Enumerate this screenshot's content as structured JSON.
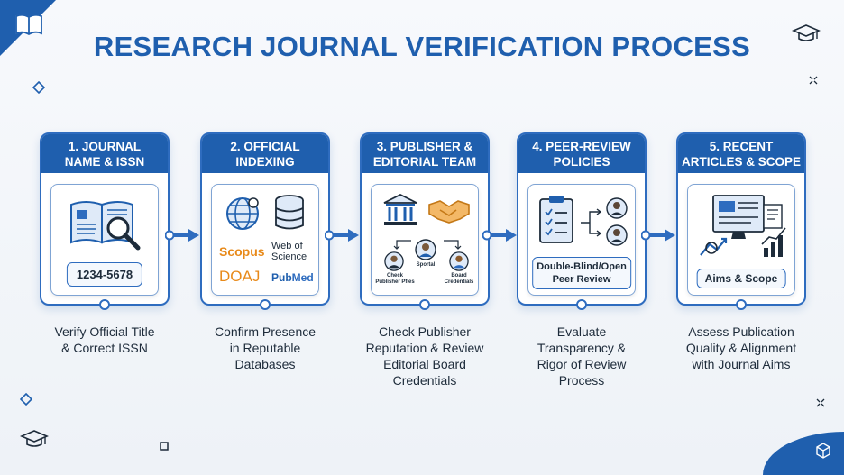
{
  "title": "RESEARCH JOURNAL VERIFICATION PROCESS",
  "colors": {
    "primary": "#1f5fae",
    "accent": "#e88a1a",
    "background": "#f2f5f9"
  },
  "steps": [
    {
      "header_line1": "1. JOURNAL",
      "header_line2": "NAME & ISSN",
      "icon": "open-book-magnifier-icon",
      "badge": "1234-5678",
      "description_line1": "Verify Official Title",
      "description_line2": "& Correct ISSN"
    },
    {
      "header_line1": "2. OFFICIAL",
      "header_line2": "INDEXING",
      "icon": "globe-database-icon",
      "logos": {
        "scopus": "Scopus",
        "wos_line1": "Web of",
        "wos_line2": "Science",
        "doaj": "DOAJ",
        "pubmed_a": "Pub",
        "pubmed_b": "Med"
      },
      "description_line1": "Confirm Presence",
      "description_line2": "in Reputable",
      "description_line3": "Databases"
    },
    {
      "header_line1": "3. PUBLISHER &",
      "header_line2": "EDITORIAL TEAM",
      "icon": "building-handshake-icon",
      "people_labels": {
        "left_line1": "Check",
        "left_line2": "Publisher Pfies",
        "center": "Sportal",
        "right_line1": "Board",
        "right_line2": "Credentials"
      },
      "description_line1": "Check Publisher",
      "description_line2": "Reputation & Review",
      "description_line3": "Editorial Board",
      "description_line4": "Credentials"
    },
    {
      "header_line1": "4. PEER-REVIEW",
      "header_line2": "POLICIES",
      "icon": "clipboard-reviewers-icon",
      "badge_line1": "Double-Blind/Open",
      "badge_line2": "Peer Review",
      "description_line1": "Evaluate",
      "description_line2": "Transparency &",
      "description_line3": "Rigor of Review",
      "description_line4": "Process"
    },
    {
      "header_line1": "5. RECENT",
      "header_line2": "ARTICLES & SCOPE",
      "icon": "monitor-chart-icon",
      "badge": "Aims & Scope",
      "description_line1": "Assess Publication",
      "description_line2": "Quality & Alignment",
      "description_line3": "with Journal Aims"
    }
  ]
}
